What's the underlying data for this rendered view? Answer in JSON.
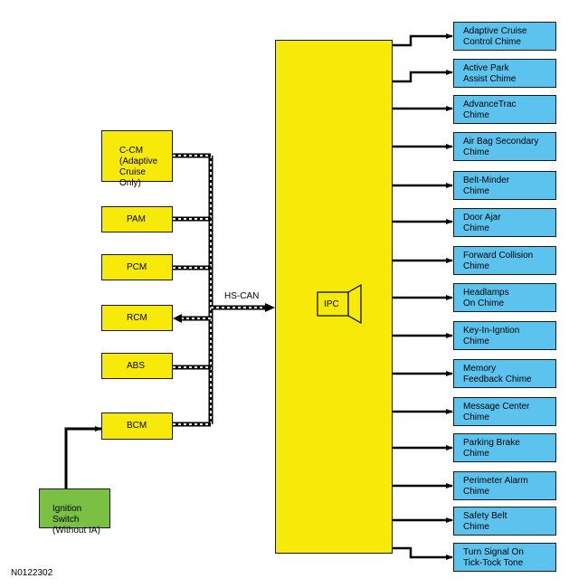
{
  "figure_id": "N0122302",
  "bus_label": "HS-CAN",
  "ipc": {
    "label": "IPC",
    "icon": "speaker-icon"
  },
  "input_modules": [
    {
      "id": "ccm",
      "label": "C-CM\n(Adaptive\nCruise\nOnly)"
    },
    {
      "id": "pam",
      "label": "PAM"
    },
    {
      "id": "pcm",
      "label": "PCM"
    },
    {
      "id": "rcm",
      "label": "RCM"
    },
    {
      "id": "abs",
      "label": "ABS"
    },
    {
      "id": "bcm",
      "label": "BCM"
    }
  ],
  "ignition": {
    "label": "Ignition\nSwitch\n(Without IA)"
  },
  "chimes": [
    "Adaptive Cruise\nControl Chime",
    "Active Park\nAssist Chime",
    "AdvanceTrac\nChime",
    "Air Bag Secondary\nChime",
    "Belt-Minder\nChime",
    "Door Ajar\nChime",
    "Forward Collision\nChime",
    "Headlamps\nOn Chime",
    "Key-In-Igntion\nChime",
    "Memory\nFeedback Chime",
    "Message Center\nChime",
    "Parking Brake\nChime",
    "Perimeter Alarm\nChime",
    "Safety Belt\nChime",
    "Turn Signal On\nTick-Tock Tone"
  ],
  "colors": {
    "module": "#f7ea09",
    "chime": "#5bc3ee",
    "switch": "#7ac143"
  }
}
